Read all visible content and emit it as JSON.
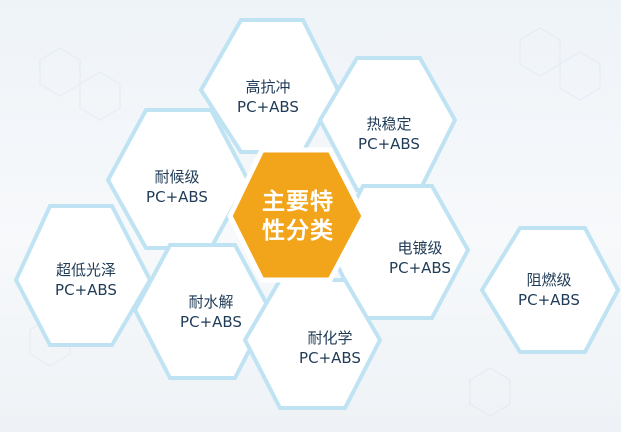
{
  "center": {
    "line1": "主要特",
    "line2": "性分类"
  },
  "hexagons": [
    {
      "name": "high-impact",
      "title": "高抗冲",
      "sub": "PC+ABS"
    },
    {
      "name": "heat-stable",
      "title": "热稳定",
      "sub": "PC+ABS"
    },
    {
      "name": "weather-resistant",
      "title": "耐候级",
      "sub": "PC+ABS"
    },
    {
      "name": "electroplating",
      "title": "电镀级",
      "sub": "PC+ABS"
    },
    {
      "name": "ultra-low-gloss",
      "title": "超低光泽",
      "sub": "PC+ABS"
    },
    {
      "name": "hydrolysis-resistant",
      "title": "耐水解",
      "sub": "PC+ABS"
    },
    {
      "name": "chemical-resistant",
      "title": "耐化学",
      "sub": "PC+ABS"
    },
    {
      "name": "flame-retardant",
      "title": "阻燃级",
      "sub": "PC+ABS"
    }
  ],
  "colors": {
    "center_fill": "#f2a51a",
    "hex_border": "#bfe3f3",
    "text": "#1f3b57",
    "background": "#eef3f8"
  }
}
